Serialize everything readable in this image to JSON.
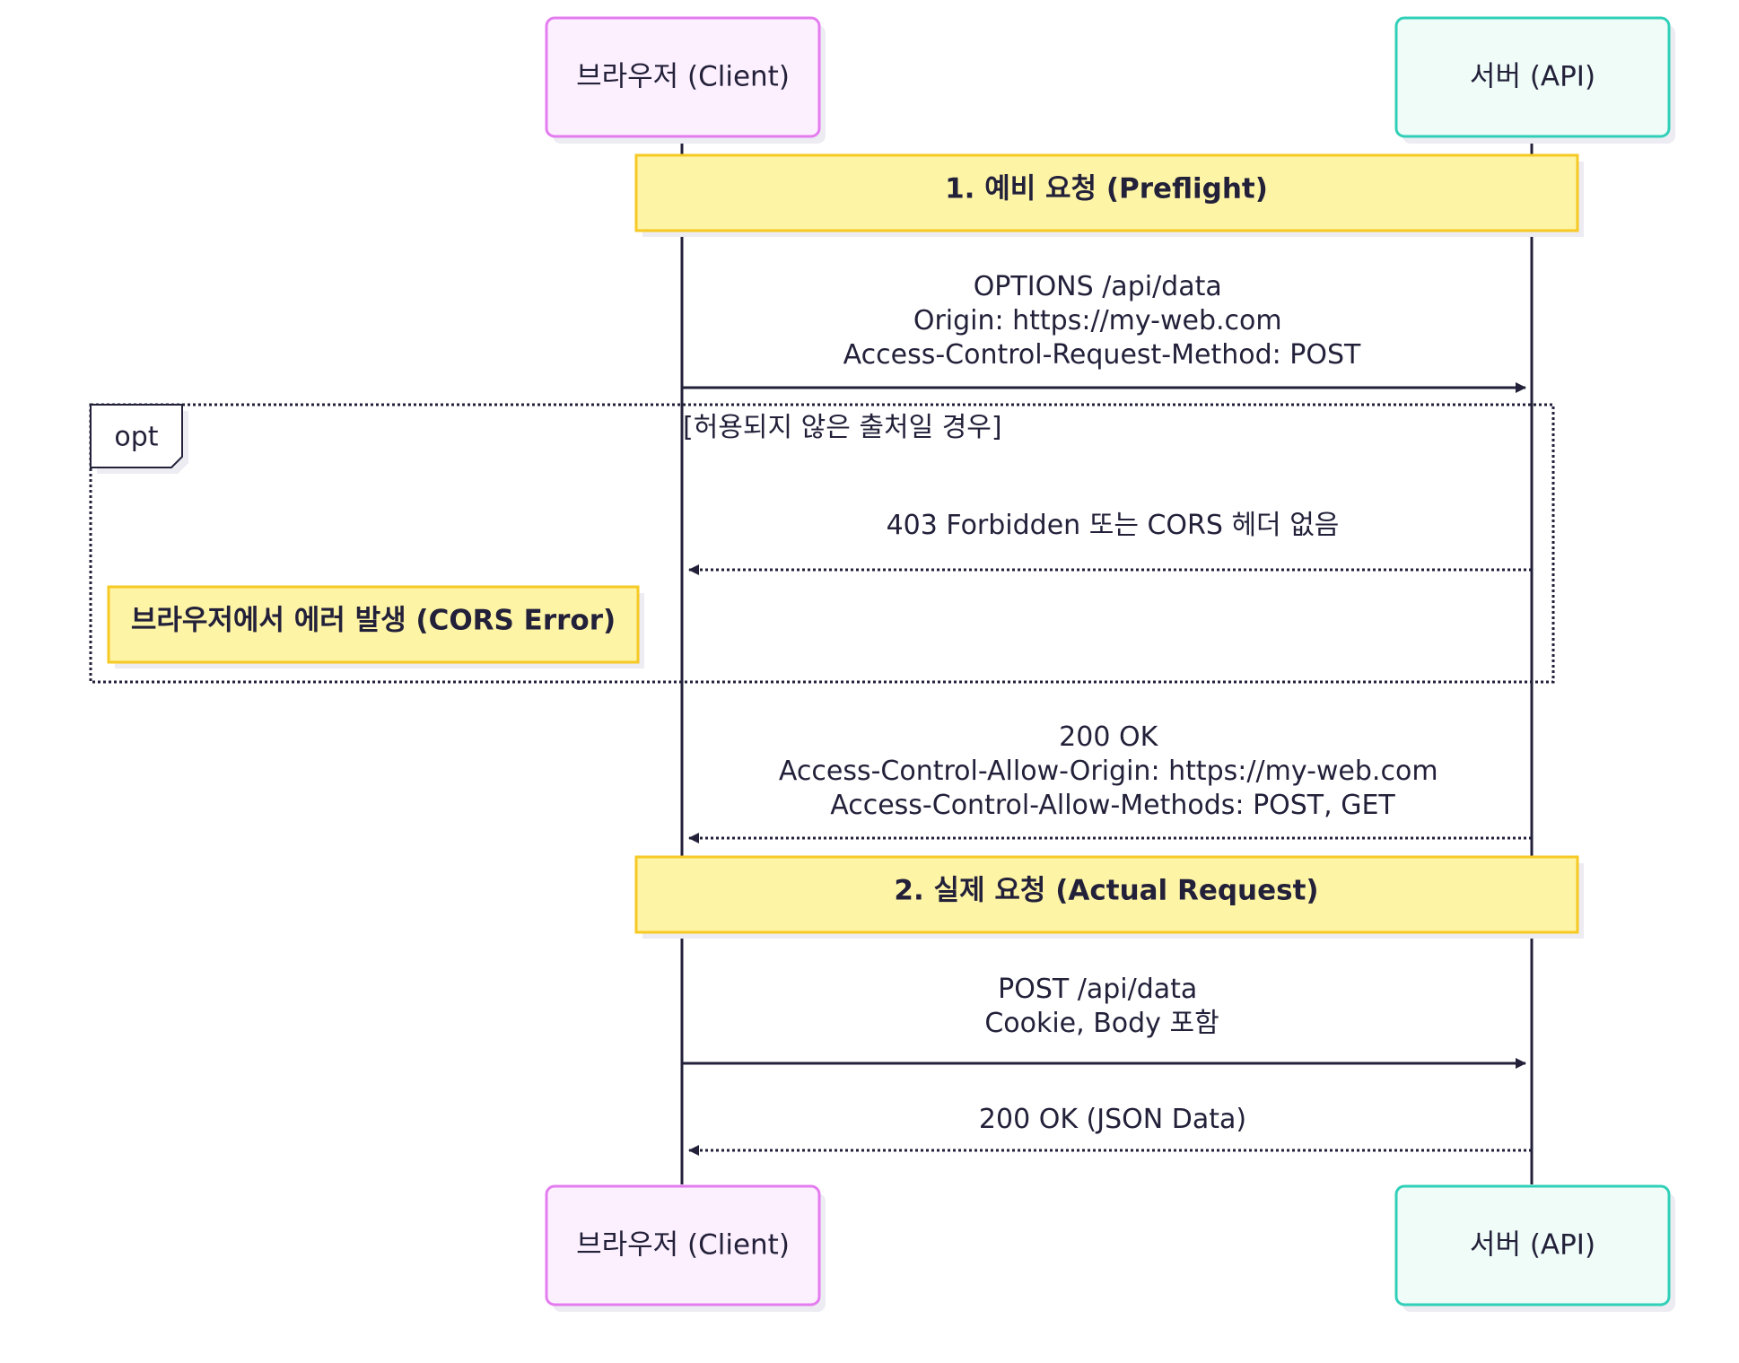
{
  "participants": {
    "client": {
      "label": "브라우저 (Client)",
      "fill": "#fdf0fe",
      "stroke": "#e47cf0"
    },
    "server": {
      "label": "서버 (API)",
      "fill": "#effcf8",
      "stroke": "#30d0b8"
    }
  },
  "notes": {
    "preflight": "1. 예비 요청 (Preflight)",
    "cors_error": "브라우저에서 에러 발생 (CORS Error)",
    "actual": "2. 실제 요청 (Actual Request)",
    "fill": "#fdf4a6",
    "stroke": "#f6c924"
  },
  "opt_block": {
    "keyword": "opt",
    "condition": "[허용되지 않은 출처일 경우]"
  },
  "messages": {
    "options_request": [
      "OPTIONS /api/data",
      "Origin: https://my-web.com",
      "Access-Control-Request-Method: POST"
    ],
    "forbidden": [
      "403 Forbidden 또는 CORS 헤더 없음"
    ],
    "preflight_ok": [
      "200 OK",
      "Access-Control-Allow-Origin: https://my-web.com",
      "Access-Control-Allow-Methods: POST, GET"
    ],
    "post_request": [
      "POST /api/data",
      "Cookie, Body 포함"
    ],
    "json_response": [
      "200 OK (JSON Data)"
    ]
  },
  "colors": {
    "line": "#23213a",
    "shadow": "#ececf2"
  }
}
